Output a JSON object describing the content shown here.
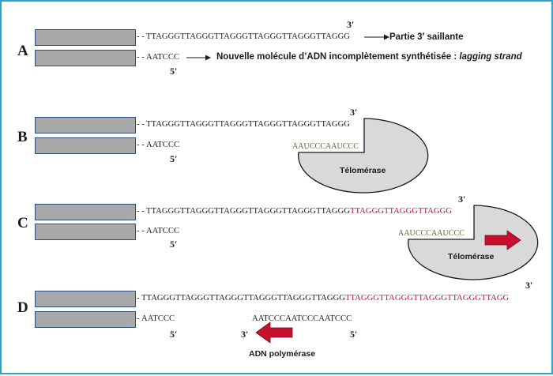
{
  "labels": {
    "a": "A",
    "b": "B",
    "c": "C",
    "d": "D"
  },
  "primes": {
    "p3": "3′",
    "p5": "5′"
  },
  "sequences": {
    "top": "TTAGGGTTAGGGTTAGGGTTAGGGTTAGGGTTAGGG",
    "bottom": "AATCCC",
    "template_rna": "AAUCCCAAUCCC",
    "extension_c": "TTAGGGTTAGGGTTAGGG",
    "extension_d": "TTAGGGTTAGGGTTAGGGTTAGGGTTAGG",
    "primer_d": "AATCCCAATCCCAATCCC"
  },
  "panel_a": {
    "overhang_note": "Partie 3′ saillante",
    "lagging_note_prefix": "Nouvelle molécule d’ADN incomplètement synthétisée : ",
    "lagging_note_italic": "lagging strand"
  },
  "enzymes": {
    "telomerase": "Télomérase",
    "polymerase": "ADN polymérase"
  },
  "colors": {
    "frame": "#2aa5c8",
    "strand_fill": "#a9a9a9",
    "strand_border": "#2c4f7c",
    "new_dna": "#c8102e",
    "rna": "#5b6b2c",
    "enzyme_fill": "#d9d9d9"
  }
}
